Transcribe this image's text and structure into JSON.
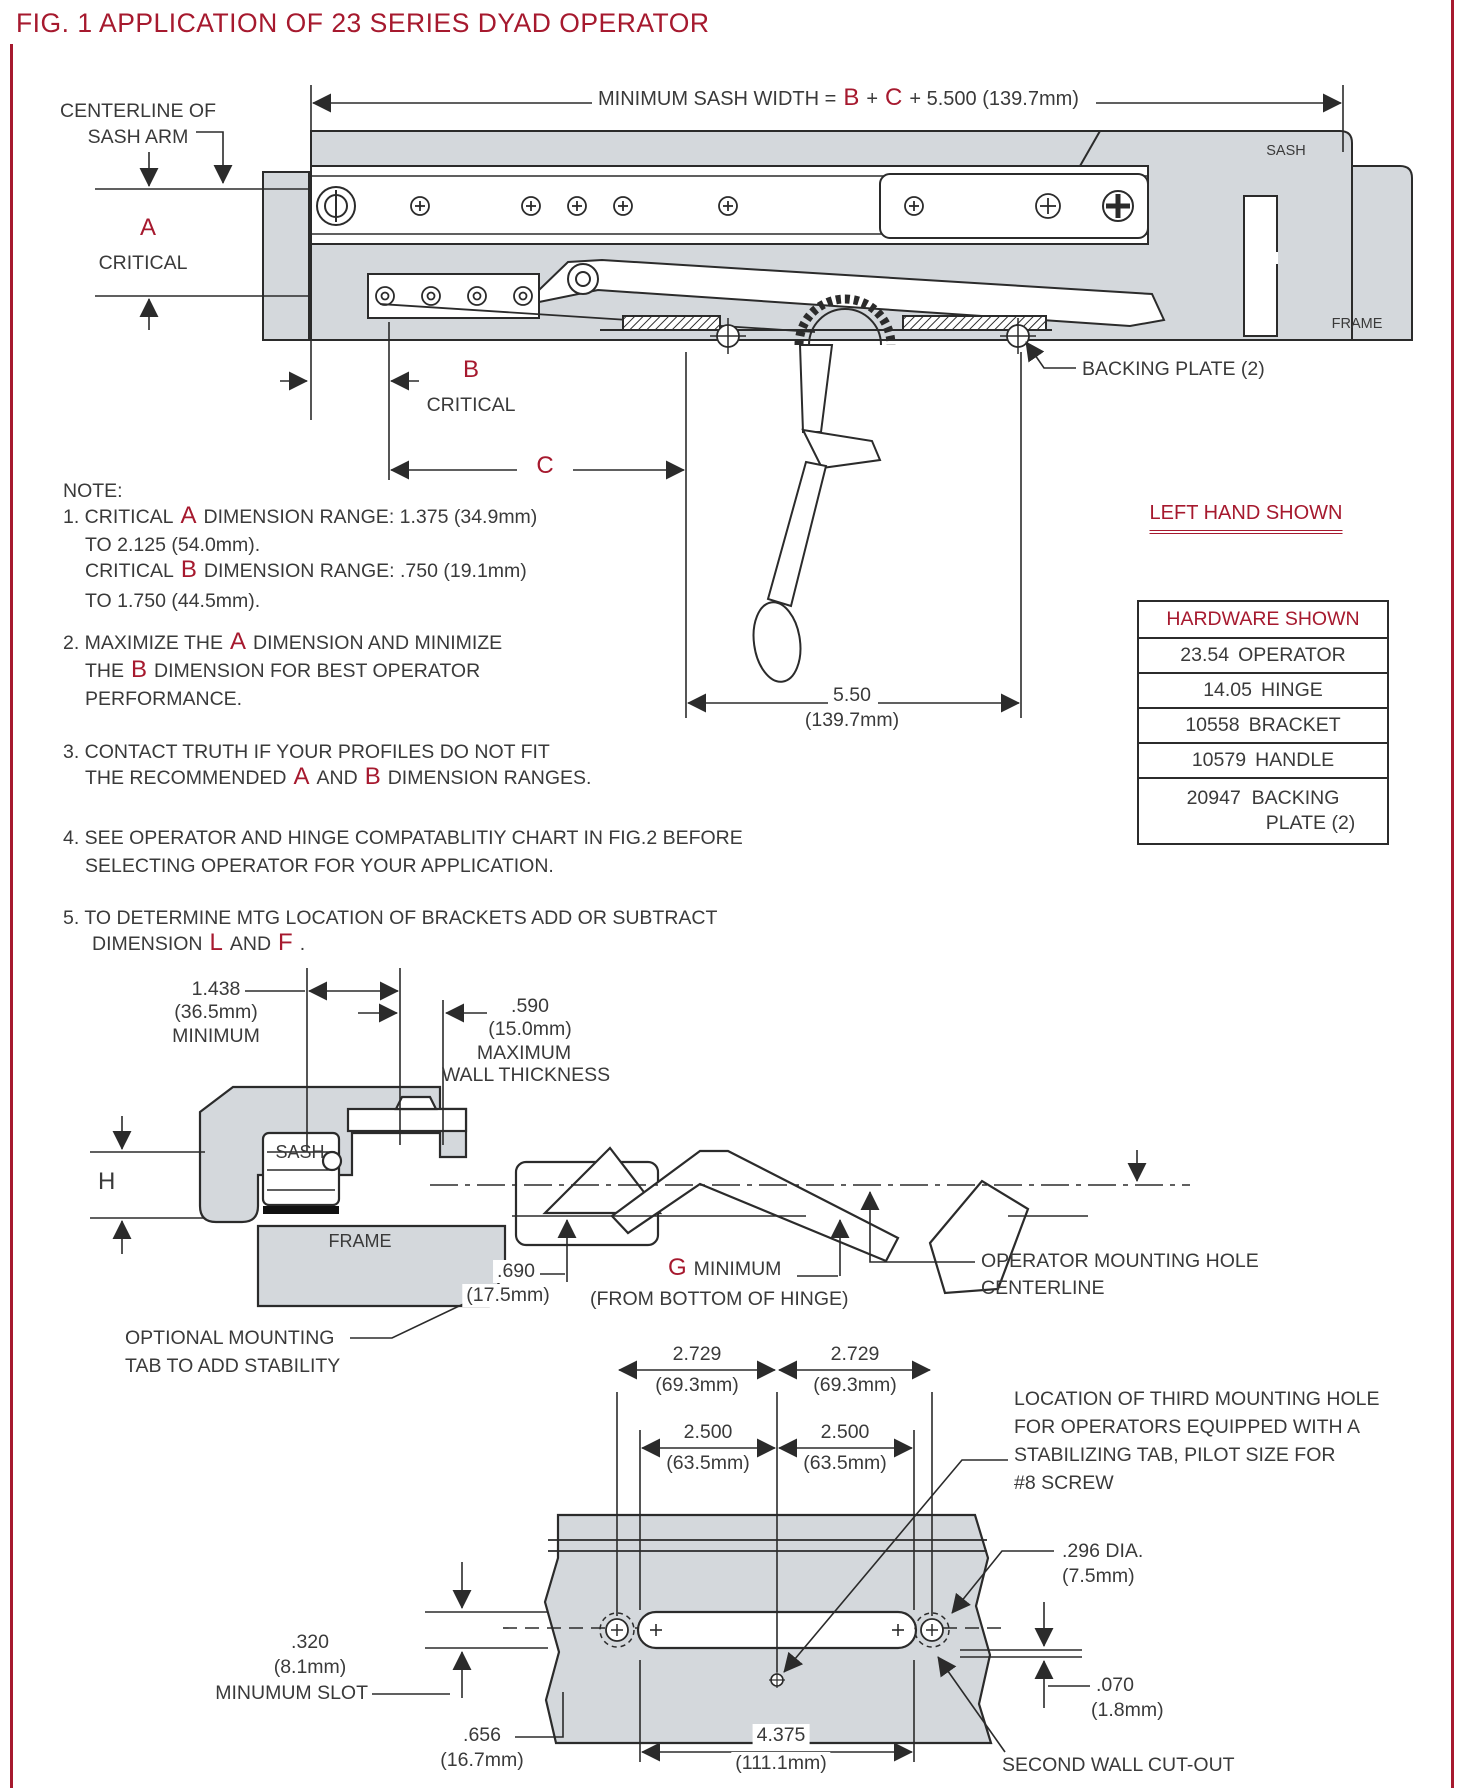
{
  "title": "FIG. 1  APPLICATION OF 23 SERIES DYAD OPERATOR",
  "top_drawing": {
    "formula": {
      "prefix": "MINIMUM SASH WIDTH =",
      "b": "B",
      "plus1": "+",
      "c": "C",
      "suffix": "+ 5.500 (139.7mm)"
    },
    "centerline_label": {
      "l1": "CENTERLINE OF",
      "l2": "SASH ARM"
    },
    "dim_a": {
      "letter": "A",
      "label": "CRITICAL"
    },
    "dim_b": {
      "letter": "B",
      "label": "CRITICAL"
    },
    "dim_c": {
      "letter": "C"
    },
    "sash_label": "SASH",
    "frame_label": "FRAME",
    "backing_plate_label": "BACKING  PLATE (2)",
    "handle_dim": {
      "v": "5.50",
      "m": "(139.7mm)"
    }
  },
  "notes": {
    "heading": "NOTE:",
    "n1": {
      "l1a": "1. CRITICAL",
      "l1r": "A",
      "l1b": "DIMENSION RANGE: 1.375 (34.9mm)",
      "l2": "TO 2.125 (54.0mm).",
      "l3a": "CRITICAL",
      "l3r": "B",
      "l3b": "DIMENSION RANGE: .750 (19.1mm)",
      "l4": "TO 1.750 (44.5mm)."
    },
    "n2": {
      "l1a": "2. MAXIMIZE THE",
      "l1r": "A",
      "l1b": "DIMENSION AND MINIMIZE",
      "l2a": "THE",
      "l2r": "B",
      "l2b": "DIMENSION FOR BEST OPERATOR",
      "l3": "PERFORMANCE."
    },
    "n3": {
      "l1": "3. CONTACT TRUTH IF YOUR PROFILES DO NOT FIT",
      "l2a": "THE RECOMMENDED",
      "l2r": "A",
      "l2m": "AND",
      "l2r2": "B",
      "l2b": "DIMENSION RANGES."
    },
    "n4": {
      "l1": "4. SEE OPERATOR AND HINGE COMPATABLITIY CHART IN FIG.2 BEFORE",
      "l2": "SELECTING OPERATOR FOR YOUR  APPLICATION."
    },
    "n5": {
      "l1": "5. TO DETERMINE MTG LOCATION OF BRACKETS ADD OR SUBTRACT",
      "l2a": "DIMENSION",
      "l2r": "L",
      "l2m": "AND",
      "l2r2": "F",
      "l2b": "."
    }
  },
  "left_hand_shown": "LEFT HAND SHOWN",
  "hardware_table": {
    "header": "HARDWARE SHOWN",
    "rows": [
      {
        "num": "23.54",
        "name": "OPERATOR"
      },
      {
        "num": "14.05",
        "name": "HINGE"
      },
      {
        "num": "10558",
        "name": "BRACKET"
      },
      {
        "num": "10579",
        "name": "HANDLE"
      },
      {
        "num": "20947",
        "name": "BACKING"
      }
    ],
    "last_row_extra": "PLATE (2)"
  },
  "middle_drawing": {
    "dim_1438": {
      "v": "1.438",
      "m": "(36.5mm)",
      "label": "MINIMUM"
    },
    "dim_590": {
      "v": ".590",
      "m": "(15.0mm)",
      "label1": "MAXIMUM",
      "label2": "WALL THICKNESS"
    },
    "sash_label": "SASH",
    "frame_label": "FRAME",
    "h_letter": "H",
    "dim_690": {
      "v": ".690",
      "m": "(17.5mm)"
    },
    "dim_g": {
      "letter": "G",
      "label": "MINIMUM",
      "sub": "(FROM BOTTOM OF HINGE)"
    },
    "op_mounting": {
      "l1": "OPERATOR MOUNTING HOLE",
      "l2": "CENTERLINE"
    },
    "optional_tab": {
      "l1": "OPTIONAL MOUNTING",
      "l2": "TAB TO ADD STABILITY"
    }
  },
  "bottom_drawing": {
    "dim_2729_left": {
      "v": "2.729",
      "m": "(69.3mm)"
    },
    "dim_2729_right": {
      "v": "2.729",
      "m": "(69.3mm)"
    },
    "dim_2500_left": {
      "v": "2.500",
      "m": "(63.5mm)"
    },
    "dim_2500_right": {
      "v": "2.500",
      "m": "(63.5mm)"
    },
    "third_hole_note": {
      "l1": "LOCATION OF THIRD MOUNTING HOLE",
      "l2": "FOR OPERATORS EQUIPPED WITH A",
      "l3": "STABILIZING TAB, PILOT SIZE FOR",
      "l4": "#8 SCREW"
    },
    "dim_296": {
      "v": ".296 DIA.",
      "m": "(7.5mm)"
    },
    "dim_320": {
      "v": ".320",
      "m": "(8.1mm)",
      "label": "MINUMUM SLOT"
    },
    "dim_070": {
      "v": ".070",
      "m": "(1.8mm)"
    },
    "second_wall": "SECOND WALL CUT-OUT",
    "dim_656": {
      "v": ".656",
      "m": "(16.7mm)"
    },
    "dim_4375": {
      "v": "4.375",
      "m": "(111.1mm)"
    }
  },
  "colors": {
    "accent": "#A6192E",
    "fill_gray": "#D4D8DC",
    "line": "#2b2b2b"
  }
}
